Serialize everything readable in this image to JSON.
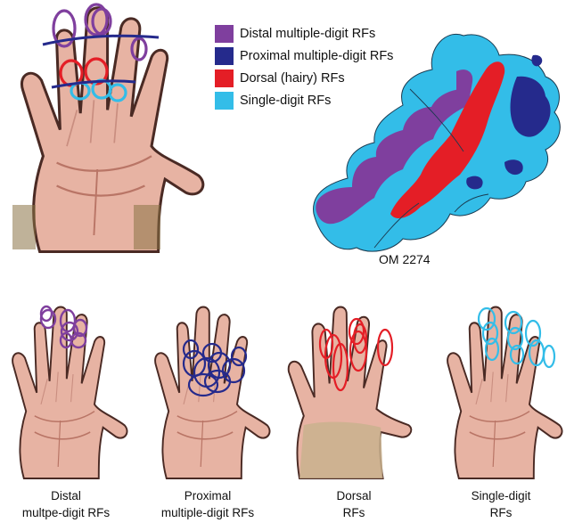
{
  "legend": {
    "items": [
      {
        "label": "Distal multiple-digit RFs",
        "color": "#7f3f9e"
      },
      {
        "label": "Proximal multiple-digit RFs",
        "color": "#252a8c"
      },
      {
        "label": "Dorsal (hairy) RFs",
        "color": "#e41e26"
      },
      {
        "label": "Single-digit RFs",
        "color": "#33bde8"
      }
    ]
  },
  "map": {
    "label": "OM 2274"
  },
  "captions": [
    {
      "line1": "Distal",
      "line2": "multpe-digit RFs",
      "color": "#7f3f9e"
    },
    {
      "line1": "Proximal",
      "line2": "multiple-digit RFs",
      "color": "#252a8c"
    },
    {
      "line1": "Dorsal",
      "line2": "RFs",
      "color": "#e41e26"
    },
    {
      "line1": "Single-digit",
      "line2": "RFs",
      "color": "#33bde8"
    }
  ],
  "colors": {
    "skin": "#e7b3a3",
    "skin_dark": "#b97566",
    "hair": "#8a7346",
    "outline": "#4a2a24"
  }
}
